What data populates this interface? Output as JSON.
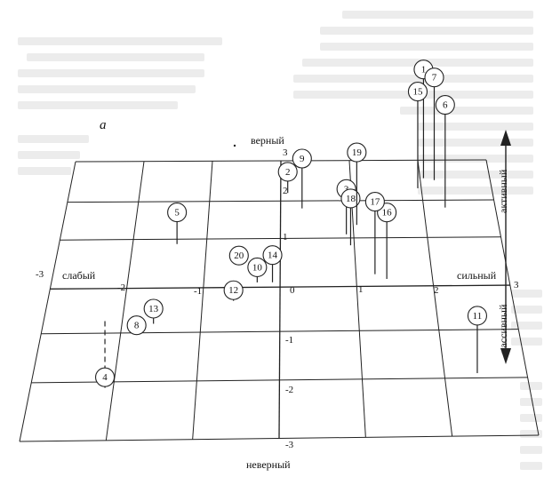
{
  "panel_letter": "а",
  "axis_labels": {
    "top": "верный",
    "bottom": "неверный",
    "left": "слабый",
    "right": "сильный",
    "up": "активный",
    "down": "пассивный"
  },
  "x_ticks": [
    "-3",
    "-2",
    "-1",
    "0",
    "1",
    "2",
    "3"
  ],
  "y_ticks": [
    "3",
    "2",
    "1",
    "-1",
    "-2",
    "-3"
  ],
  "chart_data": {
    "type": "scatter",
    "x_range": [
      -3,
      3
    ],
    "y_range": [
      -3,
      3
    ],
    "points": [
      {
        "label": "1",
        "x": 2.05,
        "y": 2.55,
        "z": 3.6
      },
      {
        "label": "2",
        "x": 0.1,
        "y": 2.2,
        "z": 0.7
      },
      {
        "label": "3",
        "x": 0.9,
        "y": 1.1,
        "z": 1.5
      },
      {
        "label": "4",
        "x": -2.1,
        "y": -2.1,
        "z": 0.35
      },
      {
        "label": "5",
        "x": -1.4,
        "y": 0.9,
        "z": 1.05
      },
      {
        "label": "6",
        "x": 2.3,
        "y": 1.8,
        "z": 3.4
      },
      {
        "label": "7",
        "x": 2.2,
        "y": 2.5,
        "z": 3.4
      },
      {
        "label": "8",
        "x": -1.8,
        "y": -1.0,
        "z": 0.25
      },
      {
        "label": "9",
        "x": 0.3,
        "y": 1.8,
        "z": 1.65
      },
      {
        "label": "10",
        "x": -0.3,
        "y": 0.1,
        "z": 0.5
      },
      {
        "label": "11",
        "x": 2.4,
        "y": -1.9,
        "z": 1.9
      },
      {
        "label": "12",
        "x": -0.6,
        "y": -0.3,
        "z": 0.35
      },
      {
        "label": "13",
        "x": -1.6,
        "y": -0.8,
        "z": 0.5
      },
      {
        "label": "14",
        "x": -0.1,
        "y": 0.1,
        "z": 0.9
      },
      {
        "label": "15",
        "x": 1.95,
        "y": 2.3,
        "z": 3.2
      },
      {
        "label": "16",
        "x": 1.4,
        "y": 0.15,
        "z": 2.2
      },
      {
        "label": "17",
        "x": 1.25,
        "y": 0.25,
        "z": 2.4
      },
      {
        "label": "18",
        "x": 0.95,
        "y": 0.85,
        "z": 1.55
      },
      {
        "label": "19",
        "x": 1.05,
        "y": 1.35,
        "z": 2.4
      },
      {
        "label": "20",
        "x": -0.55,
        "y": 0.5,
        "z": 0.25
      }
    ]
  }
}
